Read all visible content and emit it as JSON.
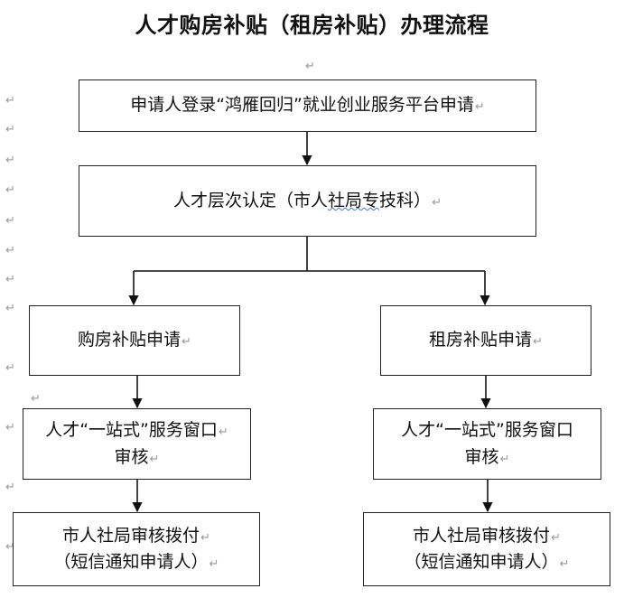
{
  "title": "人才购房补贴（租房补贴）办理流程",
  "paragraph_mark": "↵",
  "steps": {
    "apply_login": "申请人登录“鸿雁回归”就业创业服务平台申请",
    "talent_cert_prefix": "人才层次认定（市人",
    "talent_cert_underlined": "社局专",
    "talent_cert_suffix": "技科）"
  },
  "left": {
    "apply": "购房补贴申请",
    "review_line1": "人才“一站式”服务窗口",
    "review_line2": "审核",
    "disburse_line1": "市人社局审核拨付",
    "disburse_line2": "（短信通知申请人）"
  },
  "right": {
    "apply": "租房补贴申请",
    "review_line1": "人才“一站式”服务窗口",
    "review_line2": "审核",
    "disburse_line1": "市人社局审核拨付",
    "disburse_line2": "（短信通知申请人）"
  }
}
